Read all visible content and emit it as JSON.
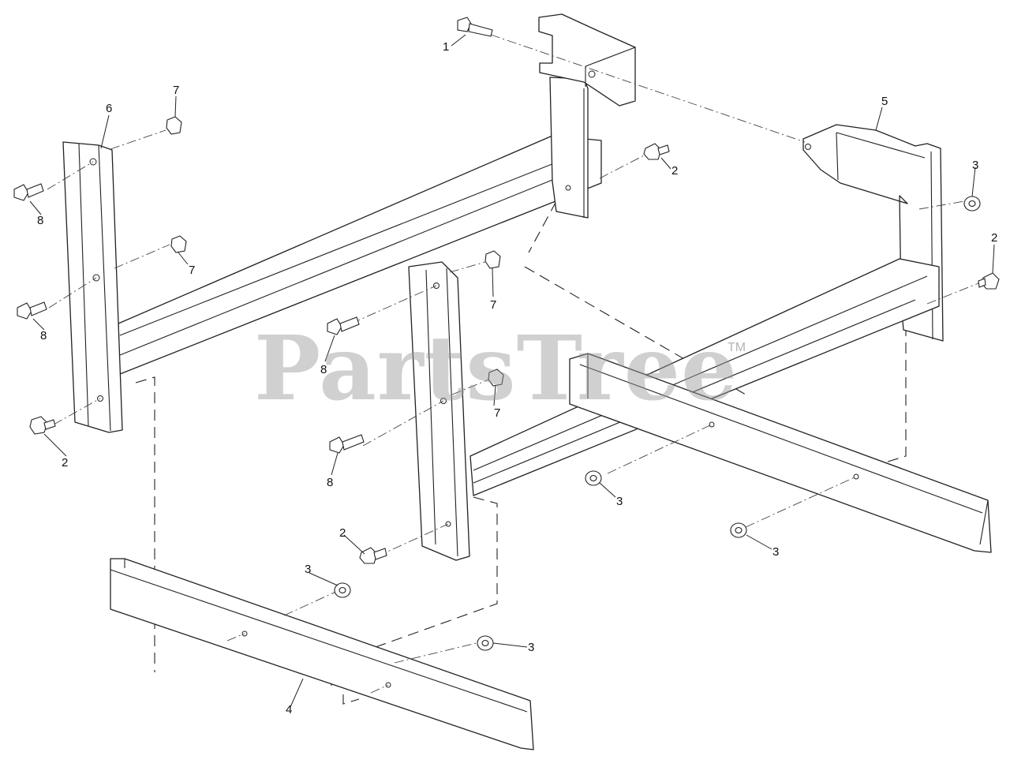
{
  "diagram": {
    "watermark": "PartsTree",
    "trademark": "TM",
    "callouts": [
      {
        "id": "c1",
        "label": "1"
      },
      {
        "id": "c2a",
        "label": "2"
      },
      {
        "id": "c2b",
        "label": "2"
      },
      {
        "id": "c2c",
        "label": "2"
      },
      {
        "id": "c2d",
        "label": "2"
      },
      {
        "id": "c3a",
        "label": "3"
      },
      {
        "id": "c3b",
        "label": "3"
      },
      {
        "id": "c3c",
        "label": "3"
      },
      {
        "id": "c3d",
        "label": "3"
      },
      {
        "id": "c3e",
        "label": "3"
      },
      {
        "id": "c4",
        "label": "4"
      },
      {
        "id": "c5",
        "label": "5"
      },
      {
        "id": "c6",
        "label": "6"
      },
      {
        "id": "c7a",
        "label": "7"
      },
      {
        "id": "c7b",
        "label": "7"
      },
      {
        "id": "c7c",
        "label": "7"
      },
      {
        "id": "c7d",
        "label": "7"
      },
      {
        "id": "c8a",
        "label": "8"
      },
      {
        "id": "c8b",
        "label": "8"
      },
      {
        "id": "c8c",
        "label": "8"
      },
      {
        "id": "c8d",
        "label": "8"
      }
    ]
  }
}
